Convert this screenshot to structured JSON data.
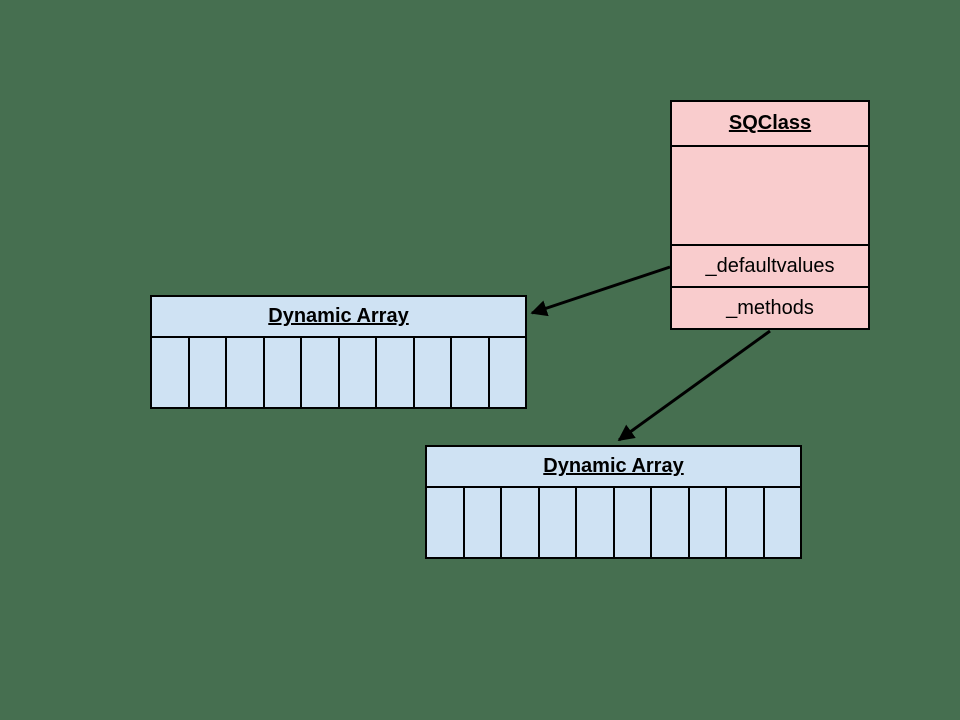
{
  "colors": {
    "canvas-bg": "#466f50",
    "class-fill": "#f9cccd",
    "array-fill": "#cfe2f3",
    "stroke": "#000000",
    "text": "#000000"
  },
  "class_box": {
    "title": "SQClass",
    "attributes": [
      "_defaultvalues",
      "_methods"
    ]
  },
  "arrays": [
    {
      "title": "Dynamic Array",
      "cell_count": 10
    },
    {
      "title": "Dynamic Array",
      "cell_count": 10
    }
  ],
  "edges": [
    {
      "from": "sqclass-attribute-defaultvalues",
      "to": "dynamic-array-1",
      "style": "solid-black-arrow"
    },
    {
      "from": "sqclass-attribute-methods",
      "to": "dynamic-array-2",
      "style": "solid-black-arrow"
    }
  ]
}
